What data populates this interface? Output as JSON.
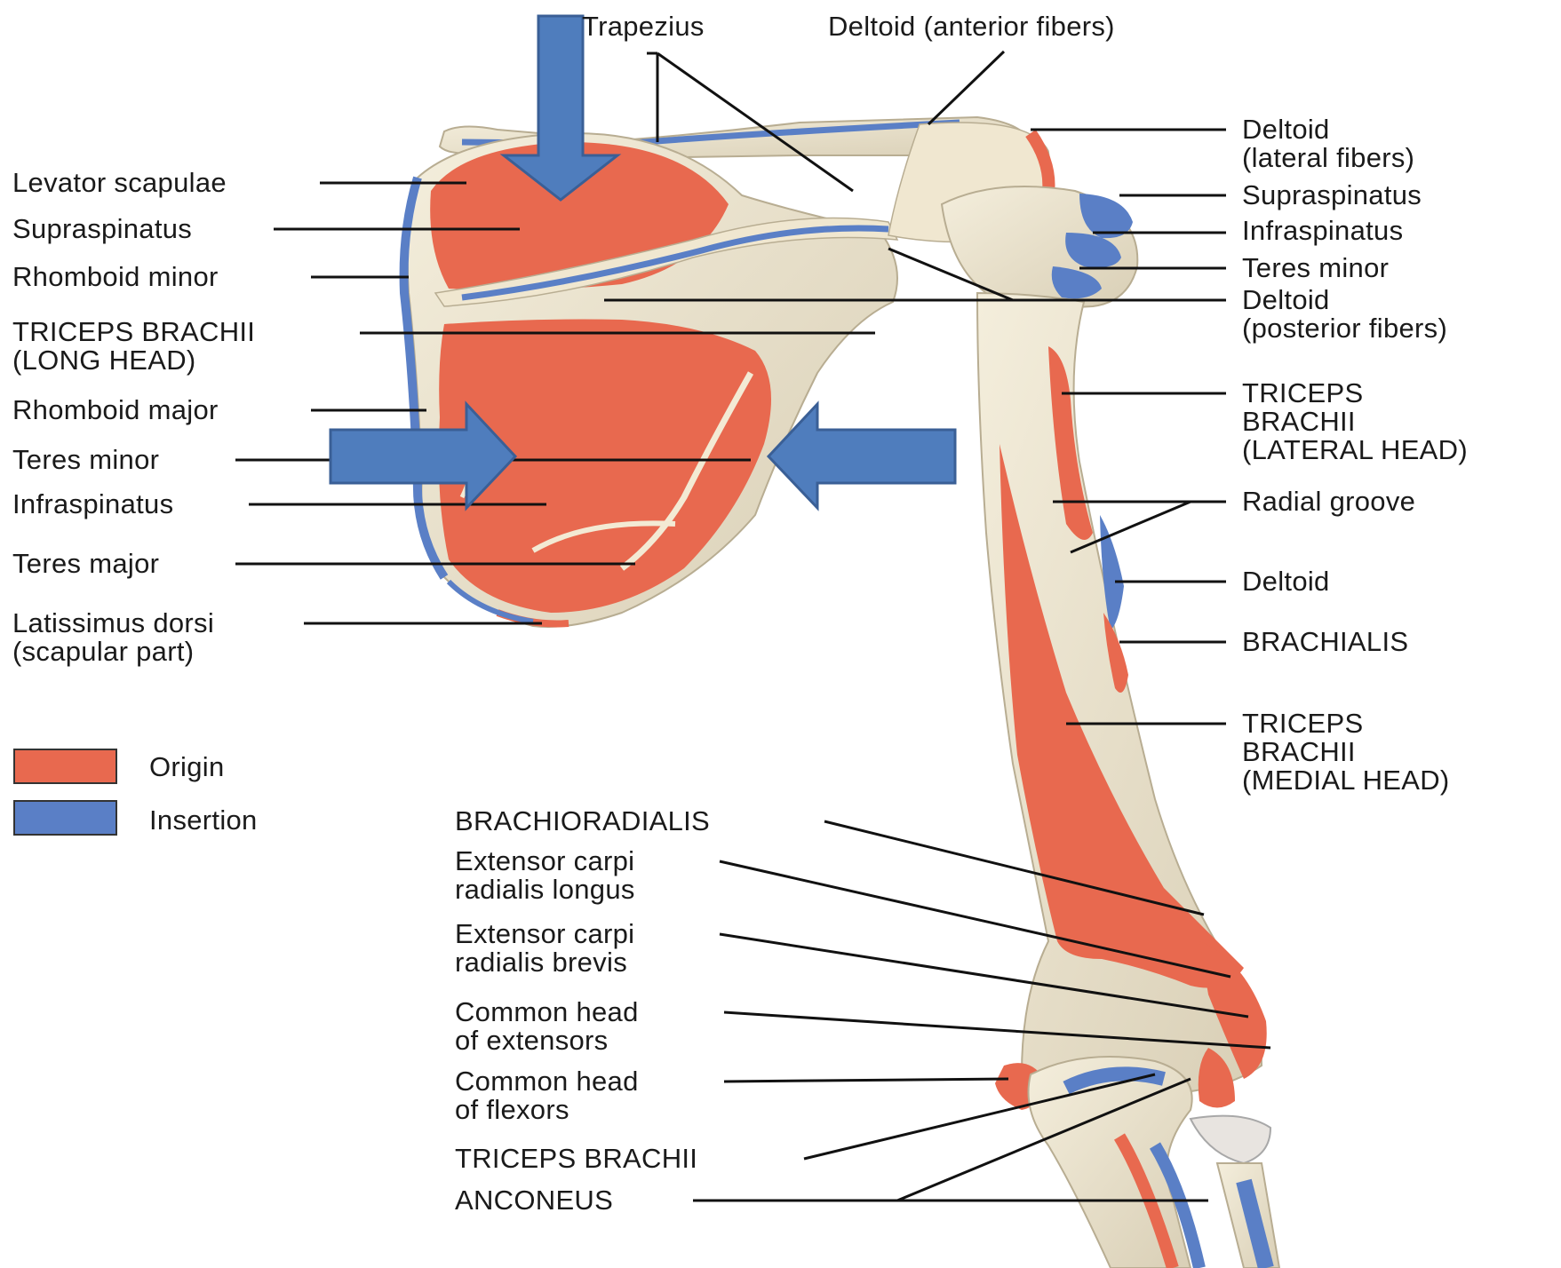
{
  "colors": {
    "origin": "#e8694f",
    "insertion": "#5a7fc6",
    "bone": "#eee5cf",
    "arrow": "#4f7dbd",
    "leader": "#111111"
  },
  "legend": {
    "origin": "Origin",
    "insertion": "Insertion"
  },
  "labels": {
    "trapezius": "Trapezius",
    "deltoid_anterior": "Deltoid (anterior fibers)",
    "levator_scapulae": "Levator scapulae",
    "supraspinatus_left": "Supraspinatus",
    "rhomboid_minor": "Rhomboid minor",
    "triceps_long": "TRICEPS BRACHII\n(LONG HEAD)",
    "rhomboid_major": "Rhomboid major",
    "teres_minor_left": "Teres minor",
    "infraspinatus_left": "Infraspinatus",
    "teres_major": "Teres major",
    "latissimus": "Latissimus dorsi\n(scapular part)",
    "deltoid_lateral": "Deltoid\n(lateral fibers)",
    "supraspinatus_right": "Supraspinatus",
    "infraspinatus_right": "Infraspinatus",
    "teres_minor_right": "Teres minor",
    "deltoid_posterior": "Deltoid\n(posterior fibers)",
    "triceps_lateral": "TRICEPS\nBRACHII\n(LATERAL HEAD)",
    "radial_groove": "Radial groove",
    "deltoid": "Deltoid",
    "brachialis": "BRACHIALIS",
    "triceps_medial": "TRICEPS\nBRACHII\n(MEDIAL HEAD)",
    "brachioradialis": "BRACHIORADIALIS",
    "ecrl": "Extensor carpi\nradialis longus",
    "ecrb": "Extensor carpi\nradialis brevis",
    "common_ext": "Common head\nof extensors",
    "common_flex": "Common head\nof flexors",
    "triceps_brachii": "TRICEPS BRACHII",
    "anconeus": "ANCONEUS"
  }
}
